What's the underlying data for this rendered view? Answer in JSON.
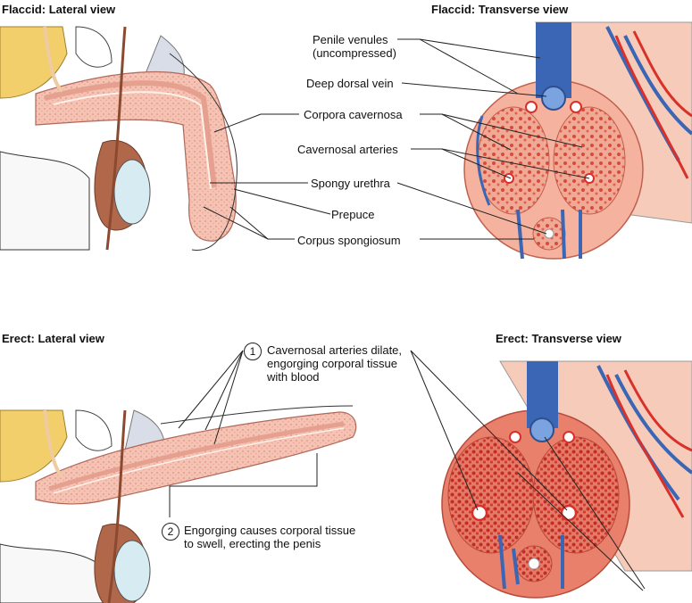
{
  "panels": {
    "flaccid_lateral": {
      "title": "Flaccid: Lateral view"
    },
    "flaccid_transverse": {
      "title": "Flaccid: Transverse view"
    },
    "erect_lateral": {
      "title": "Erect: Lateral view"
    },
    "erect_transverse": {
      "title": "Erect: Transverse view"
    }
  },
  "labels": {
    "penile_venules": "Penile venules\n(uncompressed)",
    "deep_dorsal_vein": "Deep dorsal vein",
    "corpora_cavernosa": "Corpora cavernosa",
    "cavernosal_arteries": "Cavernosal arteries",
    "spongy_urethra": "Spongy urethra",
    "prepuce": "Prepuce",
    "corpus_spongiosum": "Corpus spongiosum"
  },
  "steps": [
    {
      "number": "1",
      "text": "Cavernosal arteries dilate,\nengorging corporal tissue\nwith blood"
    },
    {
      "number": "2",
      "text": "Engorging causes corporal tissue\nto swell, erecting the penis"
    }
  ],
  "colors": {
    "tissue": "#f2b8a8",
    "tissue_dark": "#e39a88",
    "artery": "#d9302a",
    "vein": "#3a66b5",
    "testis": "#b0674a",
    "bladder": "#f2cf6a"
  }
}
